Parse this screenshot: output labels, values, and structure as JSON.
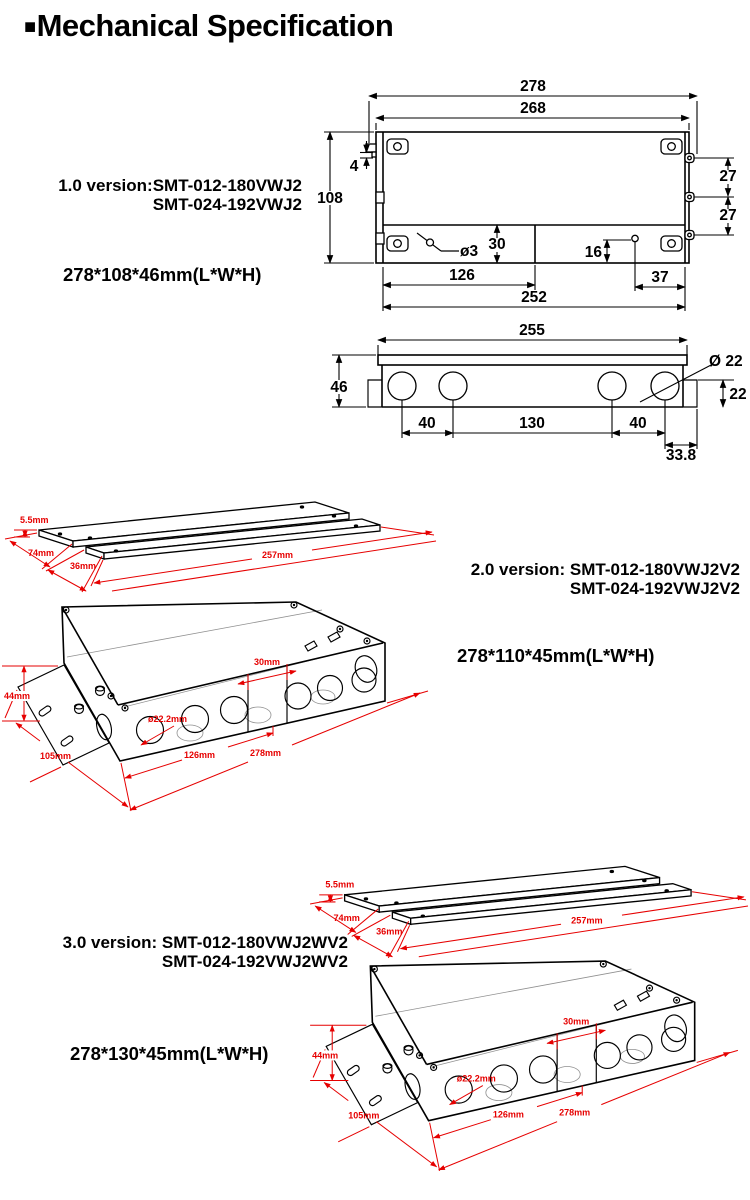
{
  "header": {
    "bullet": "■",
    "title": "Mechanical Specification"
  },
  "colors": {
    "dim_red": "#e60000",
    "ink": "#000000"
  },
  "v1": {
    "version_label": "1.0 version:",
    "model_line1": "SMT-012-180VWJ2",
    "model_line2": "SMT-024-192VWJ2",
    "size": "278*108*46mm(L*W*H)",
    "top_view": {
      "overall": "278",
      "cover": "268",
      "width": "108",
      "ear": "4",
      "pitch_a": "27",
      "pitch_b": "27",
      "gnd_dia": "ø3",
      "band": "30",
      "gnd_x": "126",
      "knock_y": "16",
      "knock_x": "37",
      "body": "252"
    },
    "side_view": {
      "length": "255",
      "height": "46",
      "hole_dia": "Ø 22",
      "end_h": "22",
      "p1": "40",
      "p2": "130",
      "p3": "40",
      "end": "33.8"
    }
  },
  "v2": {
    "version_label": "2.0 version: ",
    "model_line1": "SMT-012-180VWJ2V2",
    "model_line2": "SMT-024-192VWJ2V2",
    "size": "278*110*45mm(L*W*H)",
    "cover": {
      "thickness": "5.5mm",
      "width": "74mm",
      "step": "36mm",
      "length": "257mm"
    },
    "box": {
      "height": "44mm",
      "width": "105mm",
      "hole_dia": "ø22.2mm",
      "span": "126mm",
      "length": "278mm",
      "panel": "30mm"
    }
  },
  "v3": {
    "version_label": "3.0 version: ",
    "model_line1": "SMT-012-180VWJ2WV2",
    "model_line2": "SMT-024-192VWJ2WV2",
    "size": "278*130*45mm(L*W*H)",
    "cover": {
      "thickness": "5.5mm",
      "width": "74mm",
      "step": "36mm",
      "length": "257mm"
    },
    "box": {
      "height": "44mm",
      "width": "105mm",
      "hole_dia": "ø22.2mm",
      "span": "126mm",
      "length": "278mm",
      "panel": "30mm"
    }
  }
}
